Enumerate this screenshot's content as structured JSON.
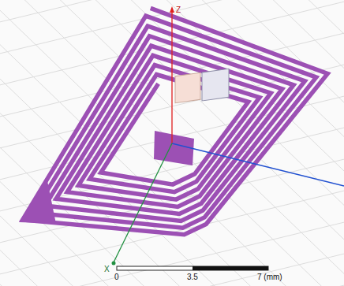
{
  "diagram": {
    "labels": [
      "Z",
      "X",
      "0",
      "3.5",
      "7 (mm)"
    ]
  }
}
